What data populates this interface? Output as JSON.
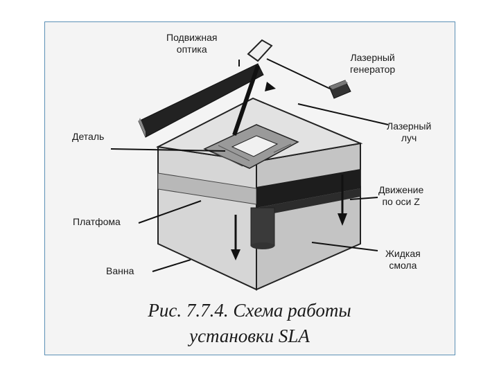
{
  "labels": {
    "moving_optics": "Подвижная\nоптика",
    "laser_generator": "Лазерный\nгенератор",
    "part": "Деталь",
    "laser_beam": "Лазерный\nлуч",
    "z_motion": "Движение\nпо оси Z",
    "platform": "Платфома",
    "liquid_resin": "Жидкая\nсмола",
    "vat": "Ванна"
  },
  "caption": {
    "line1": "Рис. 7.7.4. Схема работы",
    "line2": "установки SLA"
  }
}
